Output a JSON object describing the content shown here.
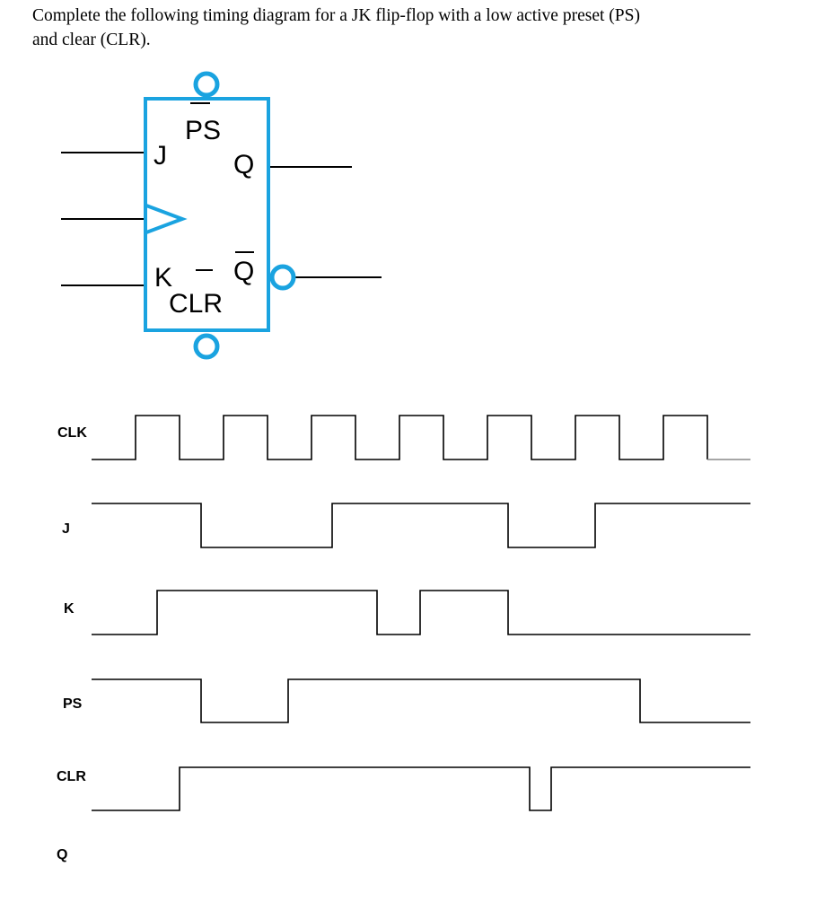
{
  "question": {
    "line1": "Complete the following timing diagram for a JK flip-flop with a low active preset (PS)",
    "line2": "and clear (CLR)."
  },
  "flipflop": {
    "accent_color": "#1aa3e0",
    "pins": {
      "preset": "PS",
      "j": "J",
      "q": "Q",
      "k": "K",
      "q_bar": "Q",
      "clear": "CLR"
    }
  },
  "timing": {
    "labels": {
      "clk": "CLK",
      "j": "J",
      "k": "K",
      "ps": "PS",
      "clr": "CLR",
      "q": "Q"
    }
  }
}
